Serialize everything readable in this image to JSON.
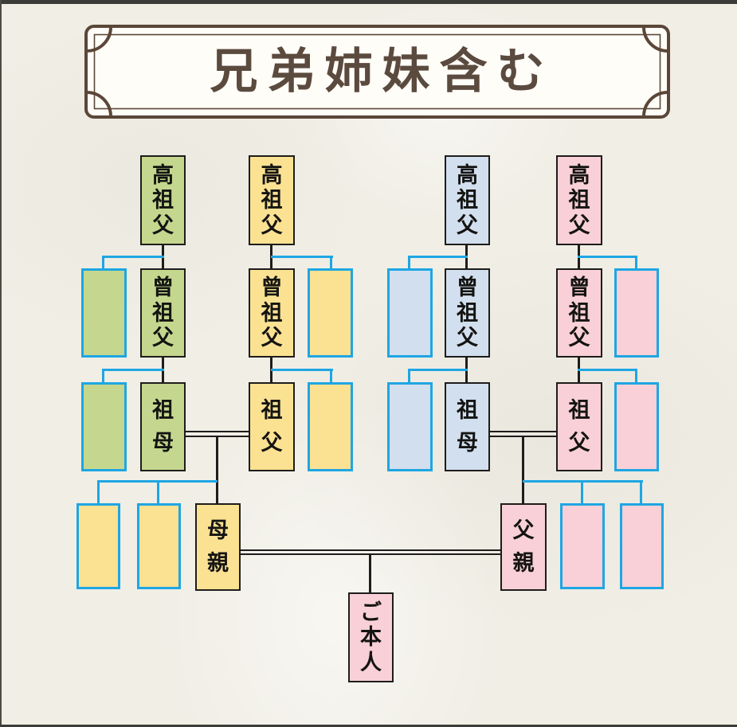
{
  "title": {
    "text": "兄弟姉妹含む"
  },
  "labels": {
    "great_great_grandfather": "高祖父",
    "great_grandfather": "曾祖父",
    "grandmother": "祖母",
    "grandfather": "祖父",
    "mother": "母親",
    "father": "父親",
    "self": "ご本人"
  },
  "colors": {
    "maternal_grandmother_lineage": "#c5d78e",
    "maternal_grandfather_lineage": "#fbe192",
    "paternal_grandmother_lineage": "#d2dfee",
    "paternal_grandfather_lineage": "#f9d0d7",
    "sibling_box_outline": "#1ea6e3",
    "descent_line": "#1d1d1b",
    "frame_brown": "#5b4638",
    "title_text": "#5b4a3e",
    "paper_background": "#f0eee5"
  },
  "tree": {
    "lineages": [
      {
        "id": "maternal-grandmother-line",
        "color_key": "maternal_grandmother_lineage",
        "generations": [
          "great_great_grandfather",
          "great_grandfather",
          "grandmother"
        ],
        "sibling_side": "left",
        "empty_sibling_boxes": 2
      },
      {
        "id": "maternal-grandfather-line",
        "color_key": "maternal_grandfather_lineage",
        "generations": [
          "great_great_grandfather",
          "great_grandfather",
          "grandfather"
        ],
        "sibling_side": "right",
        "empty_sibling_boxes": 2
      },
      {
        "id": "paternal-grandmother-line",
        "color_key": "paternal_grandmother_lineage",
        "generations": [
          "great_great_grandfather",
          "great_grandfather",
          "grandmother"
        ],
        "sibling_side": "left",
        "empty_sibling_boxes": 2
      },
      {
        "id": "paternal-grandfather-line",
        "color_key": "paternal_grandfather_lineage",
        "generations": [
          "great_great_grandfather",
          "great_grandfather",
          "grandfather"
        ],
        "sibling_side": "right",
        "empty_sibling_boxes": 2
      }
    ],
    "parents": {
      "mother_label_key": "mother",
      "father_label_key": "father",
      "mother_sibling_boxes": 2,
      "father_sibling_boxes": 2
    },
    "subject_label_key": "self",
    "marriages": [
      "grandmother=grandfather (maternal)",
      "grandmother=grandfather (paternal)",
      "mother=father"
    ]
  }
}
